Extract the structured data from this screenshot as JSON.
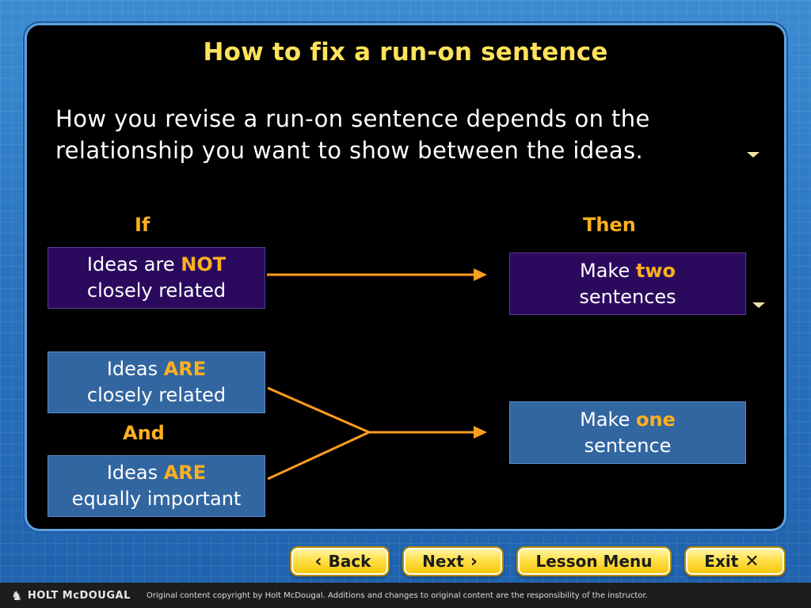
{
  "slide": {
    "title": "How to fix a run-on sentence",
    "intro": "How you revise a run-on sentence depends on the relationship you want to show between the ideas."
  },
  "columns": {
    "if_label": "If",
    "then_label": "Then"
  },
  "conditions": {
    "not_related": {
      "prefix": "Ideas are ",
      "emphasis": "NOT",
      "rest": "closely related"
    },
    "are_related": {
      "prefix": "Ideas ",
      "emphasis": "ARE",
      "rest": "closely related"
    },
    "connector": "And",
    "equally_important": {
      "prefix": "Ideas ",
      "emphasis": "ARE",
      "rest": "equally important"
    }
  },
  "results": {
    "two_sentences": {
      "prefix": "Make ",
      "emphasis": "two",
      "rest": "sentences"
    },
    "one_sentence": {
      "prefix": "Make ",
      "emphasis": "one",
      "rest": "sentence"
    }
  },
  "nav": {
    "back": "Back",
    "next": "Next",
    "lesson_menu": "Lesson Menu",
    "exit": "Exit"
  },
  "footer": {
    "brand": "HOLT McDOUGAL",
    "copyright": "Original content copyright by Holt McDougal. Additions and changes to original content are the responsibility of the instructor."
  },
  "colors": {
    "title": "#ffe25a",
    "accent": "#ffb020",
    "purple_box": "#2b0a5e",
    "blue_box": "#3266a1",
    "button": "#ffe04a"
  },
  "icons": {
    "next_cue": "triangle-down",
    "back": "chevron-left",
    "next": "chevron-right",
    "exit": "close-x",
    "brand": "horse-logo"
  }
}
